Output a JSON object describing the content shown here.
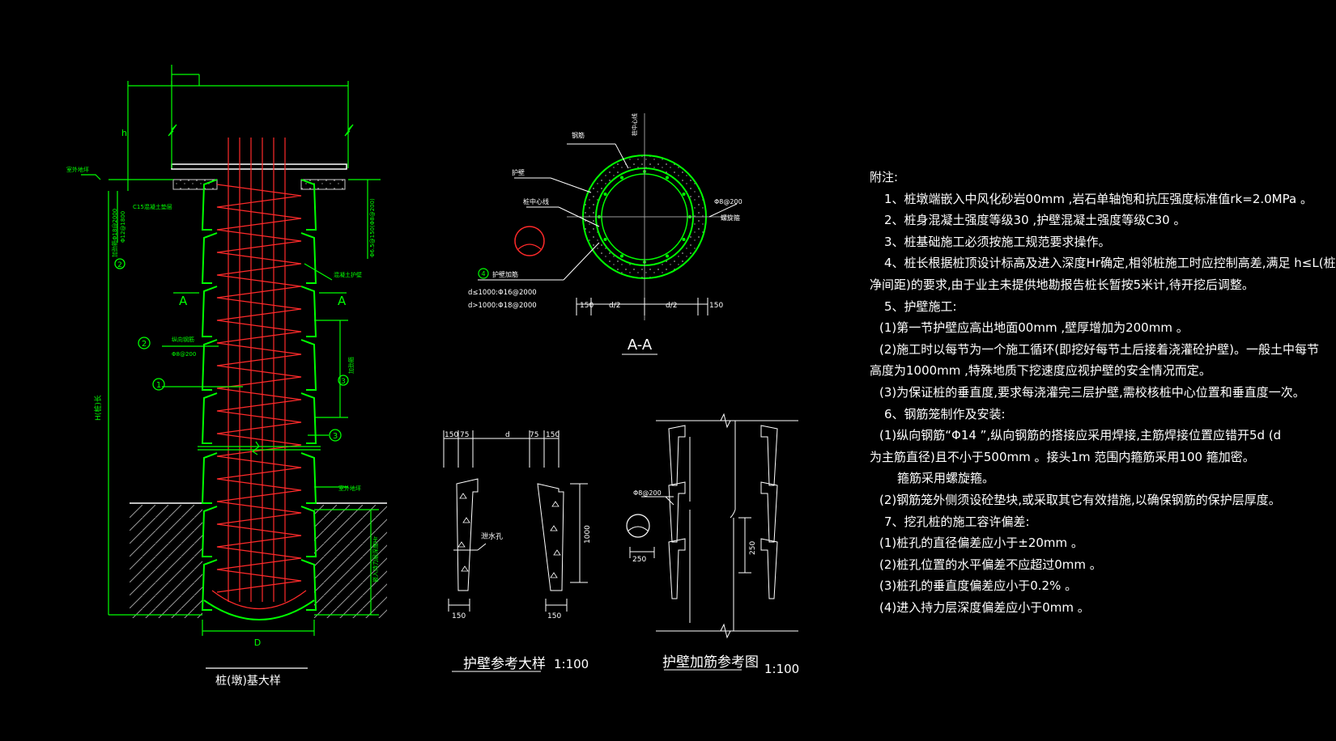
{
  "labels": {
    "pile_detail_title": "桩(墩)基大样",
    "dim_D": "D",
    "dim_h": "h",
    "dim_H_length": "H(桩)长",
    "section_A_left": "A",
    "section_A_right": "A",
    "label_c15": "C15混凝土垫层",
    "label_wall": "混凝土护壁",
    "label_ground": "室外地坪",
    "label_rock": "嵌入持力层深度Hr",
    "label_jiaqiang": "加劲箍",
    "spec_jiaqiang": "Φ8@200",
    "spec_long": "Φ12@1800",
    "label_zhujin": "纵向钢筋",
    "spec_stirrup": "Φ6.5@150(Φ8@200)",
    "ref_2_spec": "加劲箍Φ18@2000",
    "section_title": "A-A",
    "label_huwall": "护壁",
    "label_zhuzhongxin": "桩中心线",
    "label_gangjin": "钢筋",
    "label_zhongxin": "桩中心线",
    "label_phi8": "Φ8@200",
    "label_luoxuan": "螺旋箍",
    "label_4_name": "护壁加筋",
    "spec_d_small": "d≤1000:Φ16@2000",
    "spec_d_large": "d>1000:Φ18@2000",
    "dim_150_left": "150",
    "dim_d2_left": "d/2",
    "dim_d2_right": "d/2",
    "dim_150_right": "150",
    "wall_detail_title": "护壁参考大样",
    "wall_detail_scale": "1:100",
    "wall_dim_150a": "150",
    "wall_dim_75a": "75",
    "wall_dim_d": "d",
    "wall_dim_75b": "75",
    "wall_dim_150b": "150",
    "wall_dim_1000": "1000",
    "wall_dim_150c": "150",
    "wall_dim_150d": "150",
    "wall_label_hole": "泄水孔",
    "rebar_title": "护壁加筋参考图",
    "rebar_scale": "1:100",
    "rebar_phi8": "Φ8@200",
    "rebar_250a": "250",
    "rebar_250b": "250",
    "callout_1": "1",
    "callout_2": "2",
    "callout_3": "3",
    "callout_4": "4",
    "callout_2b": "2",
    "callout_3b": "3"
  },
  "notes": {
    "title": "附注:",
    "n1": "1、桩墩端嵌入中风化砂岩00mm    ,岩石单轴饱和抗压强度标准值rk=2.0MPa   。",
    "n2": "2、桩身混凝土强度等级30    ,护壁混凝土强度等级C30  。",
    "n3": "3、桩基础施工必须按施工规范要求操作。",
    "n4a": "4、桩长根据桩顶设计标高及进入深度Hr确定,相邻桩施工时应控制高差,满足 h≤L(桩",
    "n4b": "净间距)的要求,由于业主未提供地勘报告桩长暂按5米计,待开挖后调整。",
    "n5": "5、护壁施工:",
    "n5_1": "(1)第一节护壁应高出地面00mm    ,壁厚增加为200mm   。",
    "n5_2a": "(2)施工时以每节为一个施工循环(即挖好每节土后接着浇灌砼护壁)。一般土中每节",
    "n5_2b": "高度为1000mm    ,特殊地质下挖速度应视护壁的安全情况而定。",
    "n5_3": "(3)为保证桩的垂直度,要求每浇灌完三层护壁,需校核桩中心位置和垂直度一次。",
    "n6": "6、钢筋笼制作及安装:",
    "n6_1a": "(1)纵向钢筋“Φ14 ”,纵向钢筋的搭接应采用焊接,主筋焊接位置应错开5d (d",
    "n6_1b": "为主筋直径)且不小于500mm    。接头1m 范围内箍筋采用100  箍加密。",
    "n6_1c": "箍筋采用螺旋箍。",
    "n6_2": "(2)钢筋笼外侧须设砼垫块,或采取其它有效措施,以确保钢筋的保护层厚度。",
    "n7": "7、挖孔桩的施工容许偏差:",
    "n7_1": "(1)桩孔的直径偏差应小于±20mm   。",
    "n7_2": "(2)桩孔位置的水平偏差不应超过0mm   。",
    "n7_3": "(3)桩孔的垂直度偏差应小于0.2% 。",
    "n7_4": "(4)进入持力层深度偏差应小于0mm   。"
  },
  "colors": {
    "green": "#00ff00",
    "red": "#ff2a2a",
    "white": "#ffffff",
    "cyan": "#00ffff",
    "gray": "#9a9a9a",
    "magenta": "#ff33ff"
  }
}
